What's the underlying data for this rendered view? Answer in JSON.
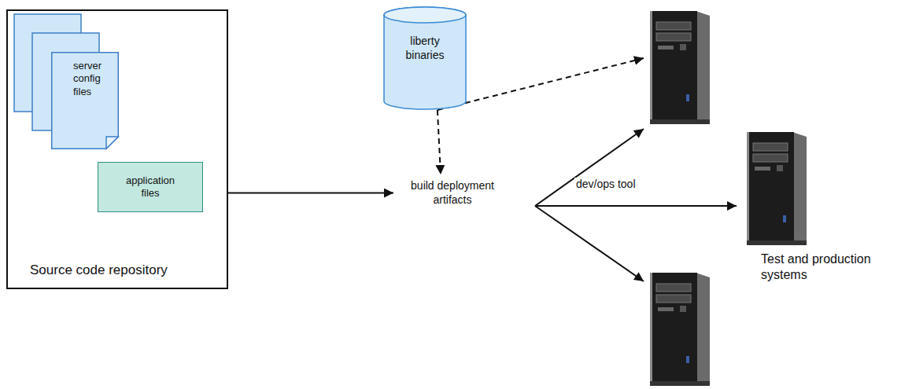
{
  "diagram": {
    "nodes": [
      {
        "text": [
          "Source code repository"
        ]
      },
      {
        "text": [
          "server config files"
        ],
        "in": 0
      },
      {
        "text": [
          "application files"
        ],
        "in": 0
      },
      {
        "text": [
          "liberty binaries"
        ]
      },
      {
        "text": [
          "build deployment artifacts"
        ]
      }
    ],
    "edges": [
      {
        "from": 0,
        "to": 4,
        "arrow": "to"
      },
      {
        "from": 3,
        "to": 4,
        "arrow": "to"
      }
    ],
    "labels": [
      "dev/ops tool",
      "Test and production systems"
    ]
  }
}
